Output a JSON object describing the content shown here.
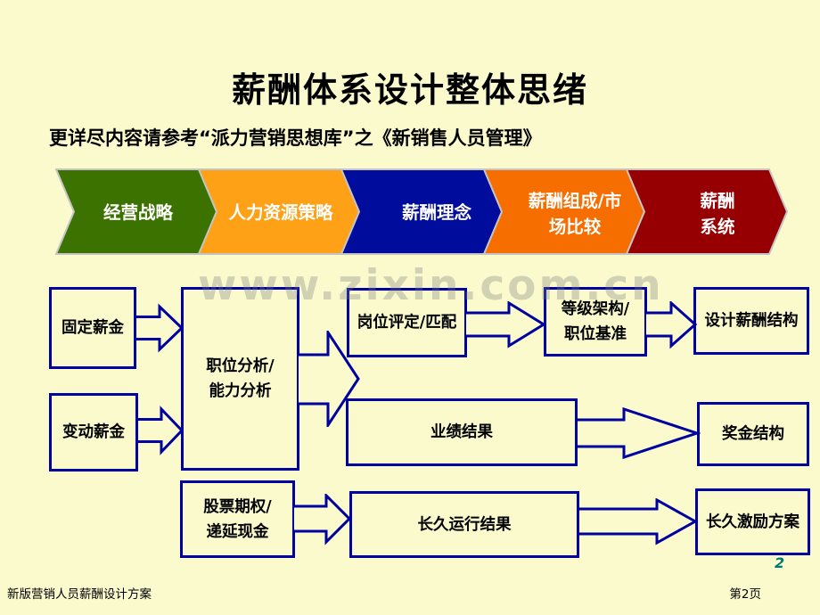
{
  "slide": {
    "title": "薪酬体系设计整体思绪",
    "subtitle": "更详尽内容请参考“派力营销思想库”之《新销售人员管理》",
    "watermark": "www.zixin.com.cn",
    "corner_page_number": "2"
  },
  "process_arrows": {
    "items": [
      {
        "label": "经营战略",
        "color": "#3C7300"
      },
      {
        "label": "人力资源策略",
        "color": "#FFA117"
      },
      {
        "label": "薪酬理念",
        "color": "#000C9B"
      },
      {
        "label": "薪酬组成/市场比较",
        "line1": "薪酬组成/市",
        "line2": "场比较",
        "color": "#F66D00"
      },
      {
        "label": "薪酬系统",
        "line1": "薪酬",
        "line2": "系统",
        "color": "#970002"
      }
    ]
  },
  "flowchart": {
    "boxes": {
      "fixed_salary": {
        "label": "固定薪金"
      },
      "variable_salary": {
        "label": "变动薪金"
      },
      "position_analysis": {
        "line1": "职位分析/",
        "line2": "能力分析"
      },
      "job_evaluation": {
        "label": "岗位评定/匹配"
      },
      "grade_structure": {
        "line1": "等级架构/",
        "line2": "职位基准"
      },
      "design_salary_structure": {
        "label": "设计薪酬结构"
      },
      "performance_results": {
        "label": "业绩结果"
      },
      "bonus_structure": {
        "label": "奖金结构"
      },
      "stock_options": {
        "line1": "股票期权/",
        "line2": "递延现金"
      },
      "longterm_results": {
        "label": "长久运行结果"
      },
      "longterm_incentive": {
        "label": "长久激励方案"
      }
    }
  },
  "footer": {
    "left": "新版营销人员薪酬设计方案",
    "right": "第2页"
  },
  "colors": {
    "background": "#FAFACD",
    "flowchart_line": "#0000A0",
    "chevron_outline": "#C4C4C4",
    "chevron_text": "#FFFFFF",
    "watermark_gray": "#7D7D7D",
    "corner_page_number_teal": "#00787A"
  }
}
